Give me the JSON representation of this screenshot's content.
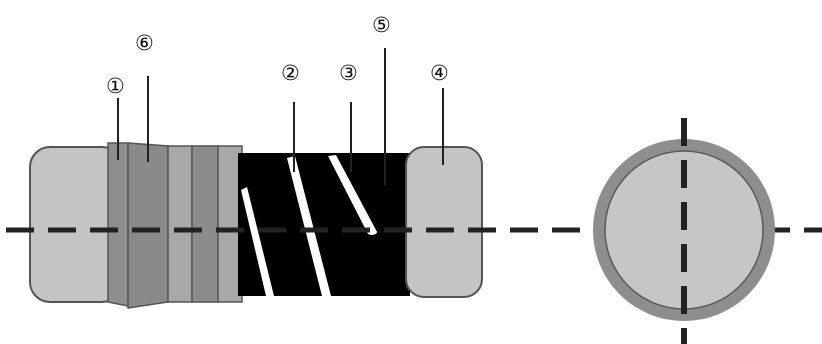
{
  "callouts": {
    "c1": "①",
    "c2": "②",
    "c3": "③",
    "c4": "④",
    "c5": "⑤",
    "c6": "⑥"
  },
  "colors": {
    "end_cap": "#c4c4c4",
    "band_dark": "#8c8c8c",
    "band_mid": "#a7a7a7",
    "body_black": "#000000",
    "groove_white": "#ffffff",
    "ring_outer": "#8e8e8e",
    "ring_inner": "#c6c6c6",
    "center_line": "#222222"
  }
}
